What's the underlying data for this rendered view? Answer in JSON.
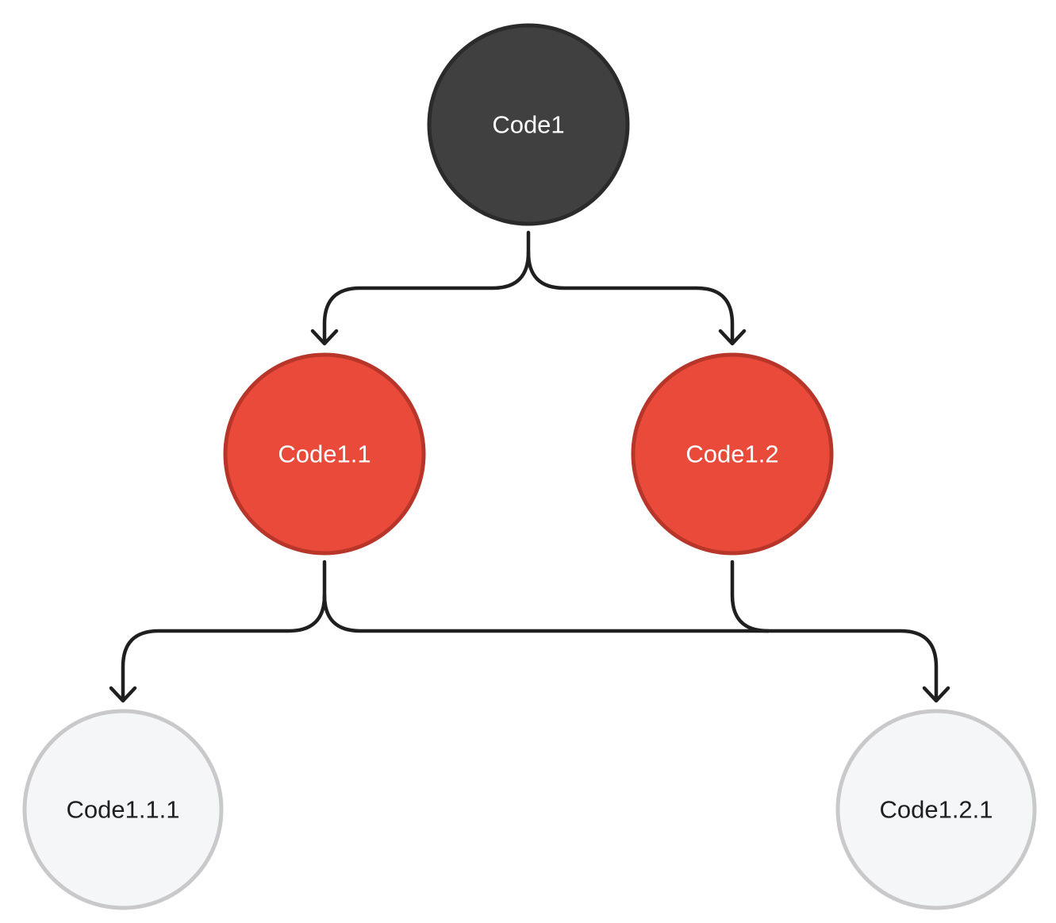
{
  "nodes": {
    "root": {
      "label": "Code1",
      "fill": "#404040",
      "stroke": "#2b2b2b",
      "text_color": "#ffffff"
    },
    "child_1": {
      "label": "Code1.1",
      "fill": "#ea4a3a",
      "stroke": "#b8352a",
      "text_color": "#ffffff"
    },
    "child_2": {
      "label": "Code1.2",
      "fill": "#ea4a3a",
      "stroke": "#b8352a",
      "text_color": "#ffffff"
    },
    "grandchild_1": {
      "label": "Code1.1.1",
      "fill": "#f5f6f8",
      "stroke": "#c9c9cb",
      "text_color": "#1f1f1f"
    },
    "grandchild_2": {
      "label": "Code1.2.1",
      "fill": "#f5f6f8",
      "stroke": "#c9c9cb",
      "text_color": "#1f1f1f"
    }
  },
  "edges": [
    {
      "from": "Code1",
      "to": "Code1.1"
    },
    {
      "from": "Code1",
      "to": "Code1.2"
    },
    {
      "from": "Code1.1",
      "to": "Code1.1.1"
    },
    {
      "from": "Code1.1",
      "to": "Code1.2.1"
    },
    {
      "from": "Code1.2",
      "to": "Code1.2.1"
    }
  ],
  "colors": {
    "connector": "#1f1f1f",
    "background": "#ffffff"
  }
}
